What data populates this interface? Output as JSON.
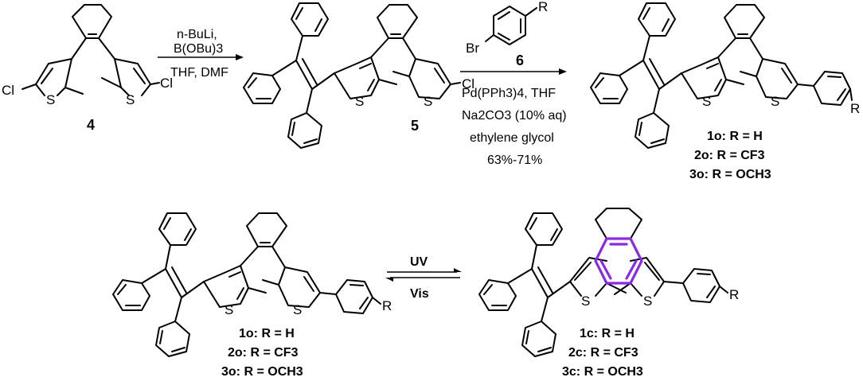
{
  "atoms": {
    "sulfur": "S",
    "chlorine": "Cl",
    "bromine": "Br",
    "substituent": "R"
  },
  "compounds": {
    "c4": "4",
    "c5": "5",
    "c6": "6"
  },
  "step1": {
    "line1": "n-BuLi,",
    "line2": "B(OBu)3",
    "line3": "THF, DMF"
  },
  "step2": {
    "line1": "Pd(PPh3)4, THF",
    "line2": "Na2CO3 (10% aq)",
    "line3": "ethylene glycol",
    "yield": "63%-71%"
  },
  "open_labels": [
    {
      "code": "1o",
      "r": "R = H"
    },
    {
      "code": "2o",
      "r": "R = CF3"
    },
    {
      "code": "3o",
      "r": "R = OCH3"
    }
  ],
  "closed_labels": [
    {
      "code": "1c",
      "r": "R = H"
    },
    {
      "code": "2c",
      "r": "R = CF3"
    },
    {
      "code": "3c",
      "r": "R = OCH3"
    }
  ],
  "switch": {
    "forward": "UV",
    "reverse": "Vis"
  },
  "colors": {
    "ink": "#000000",
    "ring_highlight": "#8a2be2"
  }
}
